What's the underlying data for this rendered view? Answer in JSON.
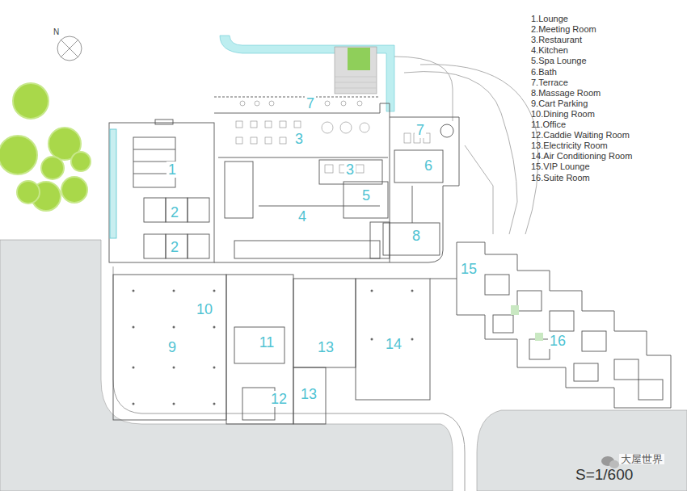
{
  "diagram": {
    "labels": [
      "1.Lounge",
      "2.Meeting Room",
      "3.Restaurant",
      "4.Kitchen",
      "5.Spa Lounge",
      "6.Bath",
      "7.Terrace",
      "8.Massage Room",
      "9.Cart Parking",
      "10.Dining Room",
      "11.Office",
      "12.Caddie Waiting Room",
      "13.Electricity Room",
      "14.Air Conditioning Room",
      "15.VIP Lounge",
      "16.Suite Room",
      "N",
      "7",
      "3",
      "1",
      "2",
      "3",
      "7",
      "6",
      "5",
      "4",
      "2",
      "8",
      "15",
      "10",
      "11",
      "13",
      "14",
      "9",
      "16",
      "13",
      "12",
      "S=1/600",
      "大屋世界"
    ]
  }
}
